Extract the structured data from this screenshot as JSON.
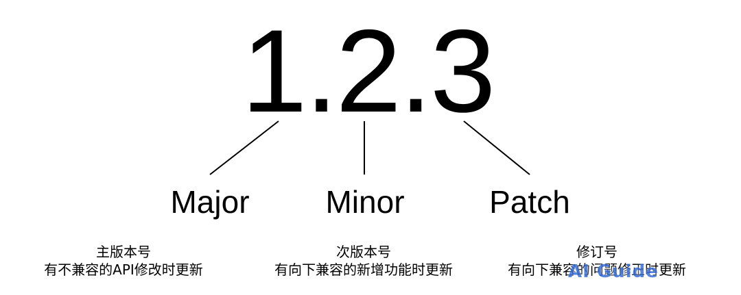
{
  "version": {
    "text": "1.2.3"
  },
  "parts": [
    {
      "label": "Major",
      "title": "主版本号",
      "description": "有不兼容的API修改时更新"
    },
    {
      "label": "Minor",
      "title": "次版本号",
      "description": "有向下兼容的新增功能时更新"
    },
    {
      "label": "Patch",
      "title": "修订号",
      "description": "有向下兼容的问题修正时更新"
    }
  ],
  "watermark": {
    "text": "AI Guide"
  },
  "colors": {
    "text": "#000000",
    "line": "#000000",
    "watermark": "#3a6fd8",
    "background": "#ffffff"
  }
}
